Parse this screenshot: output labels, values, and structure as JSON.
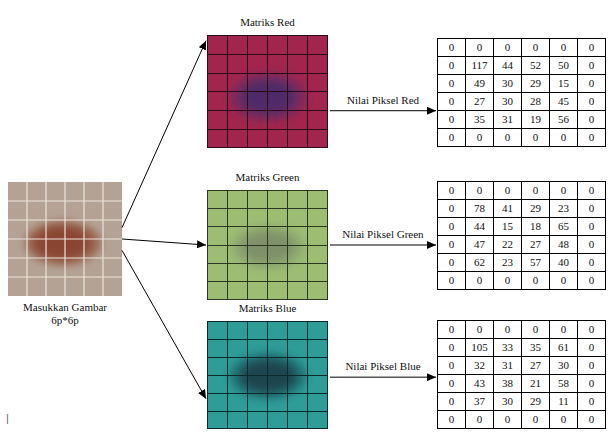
{
  "diagram": {
    "nodes": [
      {
        "text": [
          "Masukkan Gambar 6p*6p"
        ]
      },
      {
        "text": [
          "Matriks Red"
        ]
      },
      {
        "text": [
          "0",
          "0",
          "0",
          "0",
          "0",
          "0",
          "0",
          "117",
          "44",
          "52",
          "50",
          "0",
          "0",
          "49",
          "30",
          "29",
          "15",
          "0",
          "0",
          "27",
          "30",
          "28",
          "45",
          "0",
          "0",
          "35",
          "31",
          "19",
          "56",
          "0",
          "0",
          "0",
          "0",
          "0",
          "0",
          "0"
        ]
      },
      {
        "text": [
          "Matriks Green"
        ]
      },
      {
        "text": [
          "0",
          "0",
          "0",
          "0",
          "0",
          "0",
          "0",
          "78",
          "41",
          "29",
          "23",
          "0",
          "0",
          "44",
          "15",
          "18",
          "65",
          "0",
          "0",
          "47",
          "22",
          "27",
          "48",
          "0",
          "0",
          "62",
          "23",
          "57",
          "40",
          "0",
          "0",
          "0",
          "0",
          "0",
          "0",
          "0"
        ]
      },
      {
        "text": [
          "Matriks Blue"
        ]
      },
      {
        "text": [
          "0",
          "0",
          "0",
          "0",
          "0",
          "0",
          "0",
          "105",
          "33",
          "35",
          "61",
          "0",
          "0",
          "32",
          "31",
          "27",
          "30",
          "0",
          "0",
          "43",
          "38",
          "21",
          "58",
          "0",
          "0",
          "37",
          "30",
          "29",
          "11",
          "0",
          "0",
          "0",
          "0",
          "0",
          "0",
          "0"
        ]
      }
    ],
    "edges": [
      {
        "from": 0,
        "to": 1,
        "arrow": "to"
      },
      {
        "from": 0,
        "to": 3,
        "arrow": "to"
      },
      {
        "from": 0,
        "to": 5,
        "arrow": "to"
      },
      {
        "from": 1,
        "to": 2,
        "label": "Nilai Piksel Red",
        "arrow": "to"
      },
      {
        "from": 3,
        "to": 4,
        "label": "Nilai Piksel Green",
        "arrow": "to"
      },
      {
        "from": 5,
        "to": 6,
        "label": "Nilai Piksel Blue",
        "arrow": "to"
      }
    ],
    "labels": [
      "|"
    ]
  }
}
